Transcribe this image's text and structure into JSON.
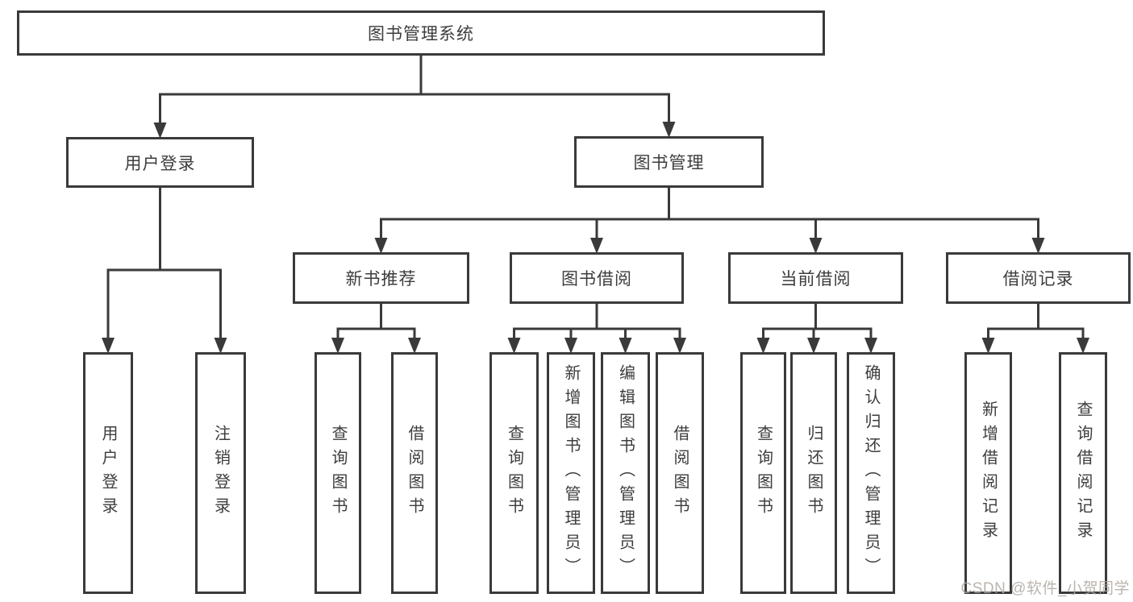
{
  "diagram": {
    "title": "图书管理系统",
    "watermark": "CSDN @软件_小贺同学",
    "colors": {
      "line": "#3a3a3a",
      "text": "#3d3d3d",
      "background": "#ffffff",
      "watermark": "#aea7a0"
    },
    "nodes": [
      {
        "id": "root",
        "label": "图书管理系统",
        "orientation": "horizontal"
      },
      {
        "id": "user-login",
        "label": "用户登录",
        "orientation": "horizontal"
      },
      {
        "id": "book-mgmt",
        "label": "图书管理",
        "orientation": "horizontal"
      },
      {
        "id": "new-book-rec",
        "label": "新书推荐",
        "orientation": "horizontal"
      },
      {
        "id": "book-borrow",
        "label": "图书借阅",
        "orientation": "horizontal"
      },
      {
        "id": "current-borrow",
        "label": "当前借阅",
        "orientation": "horizontal"
      },
      {
        "id": "borrow-record",
        "label": "借阅记录",
        "orientation": "horizontal"
      },
      {
        "id": "login-leaf",
        "label": "用户登录",
        "orientation": "vertical"
      },
      {
        "id": "logout-leaf",
        "label": "注销登录",
        "orientation": "vertical"
      },
      {
        "id": "rec-query-book",
        "label": "查询图书",
        "orientation": "vertical"
      },
      {
        "id": "rec-borrow-book",
        "label": "借阅图书",
        "orientation": "vertical"
      },
      {
        "id": "bb-query-book",
        "label": "查询图书",
        "orientation": "vertical"
      },
      {
        "id": "bb-add-book",
        "label": "新增图书（管理员）",
        "orientation": "vertical"
      },
      {
        "id": "bb-edit-book",
        "label": "编辑图书（管理员）",
        "orientation": "vertical"
      },
      {
        "id": "bb-borrow-book",
        "label": "借阅图书",
        "orientation": "vertical"
      },
      {
        "id": "cb-query-book",
        "label": "查询图书",
        "orientation": "vertical"
      },
      {
        "id": "cb-return-book",
        "label": "归还图书",
        "orientation": "vertical"
      },
      {
        "id": "cb-confirm-return",
        "label": "确认归还（管理员）",
        "orientation": "vertical"
      },
      {
        "id": "br-add-record",
        "label": "新增借阅记录",
        "orientation": "vertical"
      },
      {
        "id": "br-query-record",
        "label": "查询借阅记录",
        "orientation": "vertical"
      }
    ],
    "edges": [
      {
        "from": "root",
        "to": [
          "user-login",
          "book-mgmt"
        ]
      },
      {
        "from": "user-login",
        "to": [
          "login-leaf",
          "logout-leaf"
        ]
      },
      {
        "from": "book-mgmt",
        "to": [
          "new-book-rec",
          "book-borrow",
          "current-borrow",
          "borrow-record"
        ]
      },
      {
        "from": "new-book-rec",
        "to": [
          "rec-query-book",
          "rec-borrow-book"
        ]
      },
      {
        "from": "book-borrow",
        "to": [
          "bb-query-book",
          "bb-add-book",
          "bb-edit-book",
          "bb-borrow-book"
        ]
      },
      {
        "from": "current-borrow",
        "to": [
          "cb-query-book",
          "cb-return-book",
          "cb-confirm-return"
        ]
      },
      {
        "from": "borrow-record",
        "to": [
          "br-add-record",
          "br-query-record"
        ]
      }
    ]
  }
}
